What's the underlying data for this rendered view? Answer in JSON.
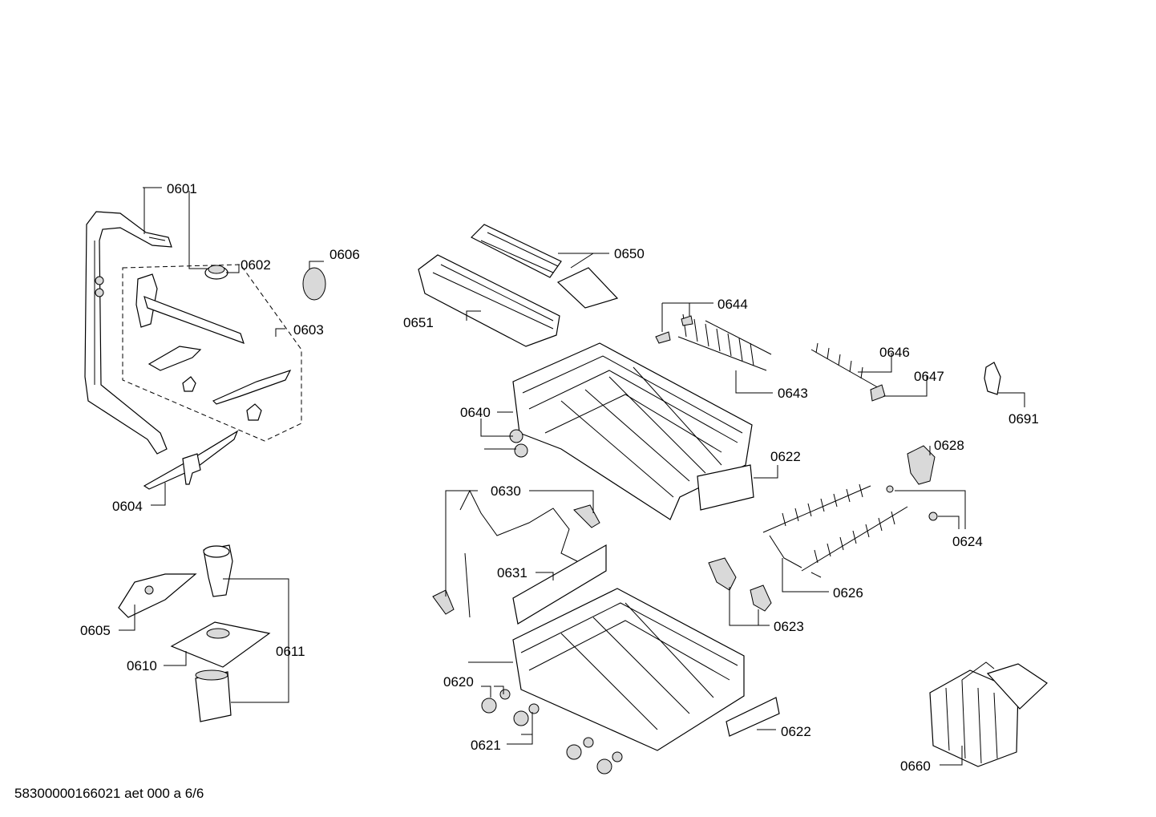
{
  "labels": {
    "p0601": "0601",
    "p0602": "0602",
    "p0603": "0603",
    "p0604": "0604",
    "p0605": "0605",
    "p0606": "0606",
    "p0610": "0610",
    "p0611": "0611",
    "p0620": "0620",
    "p0621": "0621",
    "p0622a": "0622",
    "p0622b": "0622",
    "p0623": "0623",
    "p0624": "0624",
    "p0626": "0626",
    "p0628": "0628",
    "p0630": "0630",
    "p0631": "0631",
    "p0640": "0640",
    "p0643": "0643",
    "p0644": "0644",
    "p0646": "0646",
    "p0647": "0647",
    "p0650": "0650",
    "p0651": "0651",
    "p0660": "0660",
    "p0691": "0691"
  },
  "footer": {
    "document_id": "58300000166021 aet 000 a 6/6"
  }
}
